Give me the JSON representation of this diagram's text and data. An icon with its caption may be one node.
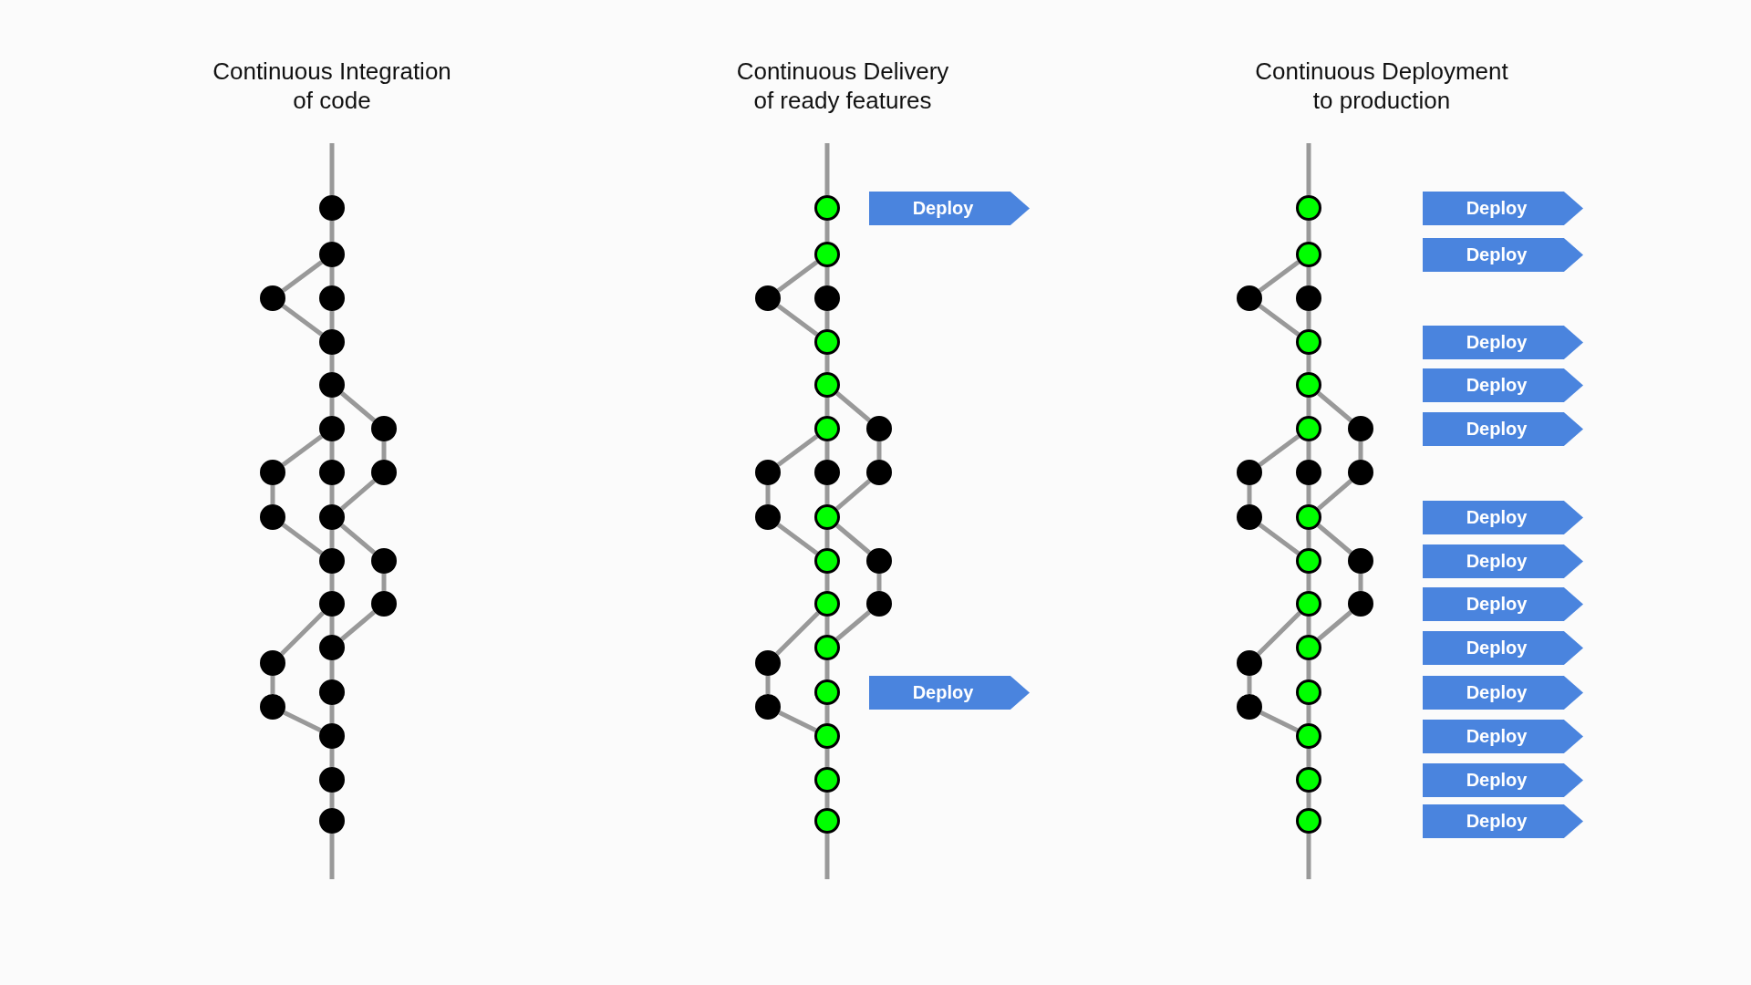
{
  "diagram": {
    "nodes": [
      {
        "text": [],
        "shape": "circle"
      },
      {
        "text": [],
        "shape": "circle"
      },
      {
        "text": [],
        "shape": "circle"
      },
      {
        "text": [],
        "shape": "circle"
      },
      {
        "text": [],
        "shape": "circle"
      },
      {
        "text": [],
        "shape": "circle"
      },
      {
        "text": [],
        "shape": "circle"
      },
      {
        "text": [],
        "shape": "circle"
      },
      {
        "text": [],
        "shape": "circle"
      },
      {
        "text": [],
        "shape": "circle"
      },
      {
        "text": [],
        "shape": "circle"
      },
      {
        "text": [],
        "shape": "circle"
      },
      {
        "text": [],
        "shape": "circle"
      },
      {
        "text": [],
        "shape": "circle"
      },
      {
        "text": [],
        "shape": "circle"
      },
      {
        "text": [],
        "shape": "circle"
      },
      {
        "text": [],
        "shape": "circle"
      },
      {
        "text": [],
        "shape": "circle"
      },
      {
        "text": [],
        "shape": "circle"
      },
      {
        "text": [],
        "shape": "circle"
      },
      {
        "text": [],
        "shape": "circle"
      },
      {
        "text": [],
        "shape": "circle"
      },
      {
        "text": [],
        "shape": "circle"
      },
      {
        "text": [],
        "shape": "circle"
      },
      {
        "text": [],
        "shape": "circle"
      },
      {
        "text": [],
        "shape": "circle"
      },
      {
        "text": [],
        "shape": "circle"
      },
      {
        "text": [],
        "shape": "circle"
      },
      {
        "text": [],
        "shape": "circle"
      },
      {
        "text": [],
        "shape": "circle"
      },
      {
        "text": [],
        "shape": "circle"
      },
      {
        "text": [],
        "shape": "circle"
      },
      {
        "text": [],
        "shape": "circle"
      },
      {
        "text": [],
        "shape": "circle"
      },
      {
        "text": [],
        "shape": "circle"
      },
      {
        "text": [],
        "shape": "circle"
      },
      {
        "text": [],
        "shape": "circle"
      },
      {
        "text": [],
        "shape": "circle"
      },
      {
        "text": [],
        "shape": "circle"
      },
      {
        "text": [],
        "shape": "circle"
      },
      {
        "text": [],
        "shape": "circle"
      },
      {
        "text": [],
        "shape": "circle"
      },
      {
        "text": [],
        "shape": "circle"
      },
      {
        "text": [],
        "shape": "circle"
      },
      {
        "text": [],
        "shape": "circle"
      },
      {
        "text": [],
        "shape": "circle"
      },
      {
        "text": [],
        "shape": "circle"
      },
      {
        "text": [],
        "shape": "circle"
      },
      {
        "text": [
          "Deploy"
        ]
      },
      {
        "text": [
          "Deploy"
        ]
      },
      {
        "text": [],
        "shape": "circle"
      },
      {
        "text": [],
        "shape": "circle"
      },
      {
        "text": [],
        "shape": "circle"
      },
      {
        "text": [],
        "shape": "circle"
      },
      {
        "text": [],
        "shape": "circle"
      },
      {
        "text": [],
        "shape": "circle"
      },
      {
        "text": [],
        "shape": "circle"
      },
      {
        "text": [],
        "shape": "circle"
      },
      {
        "text": [],
        "shape": "circle"
      },
      {
        "text": [],
        "shape": "circle"
      },
      {
        "text": [],
        "shape": "circle"
      },
      {
        "text": [],
        "shape": "circle"
      },
      {
        "text": [],
        "shape": "circle"
      },
      {
        "text": [],
        "shape": "circle"
      },
      {
        "text": [],
        "shape": "circle"
      },
      {
        "text": [],
        "shape": "circle"
      },
      {
        "text": [],
        "shape": "circle"
      },
      {
        "text": [],
        "shape": "circle"
      },
      {
        "text": [],
        "shape": "circle"
      },
      {
        "text": [],
        "shape": "circle"
      },
      {
        "text": [],
        "shape": "circle"
      },
      {
        "text": [],
        "shape": "circle"
      },
      {
        "text": [],
        "shape": "circle"
      },
      {
        "text": [],
        "shape": "circle"
      },
      {
        "text": [
          "Deploy"
        ]
      },
      {
        "text": [
          "Deploy"
        ]
      },
      {
        "text": [
          "Deploy"
        ]
      },
      {
        "text": [
          "Deploy"
        ]
      },
      {
        "text": [
          "Deploy"
        ]
      },
      {
        "text": [
          "Deploy"
        ]
      },
      {
        "text": [
          "Deploy"
        ]
      },
      {
        "text": [
          "Deploy"
        ]
      },
      {
        "text": [
          "Deploy"
        ]
      },
      {
        "text": [
          "Deploy"
        ]
      },
      {
        "text": [
          "Deploy"
        ]
      },
      {
        "text": [
          "Deploy"
        ]
      },
      {
        "text": [
          "Deploy"
        ]
      }
    ],
    "edges": [
      {
        "from": null,
        "to": 0,
        "arrow": "none"
      },
      {
        "from": 0,
        "to": 1,
        "arrow": "none"
      },
      {
        "from": 1,
        "to": 2,
        "arrow": "none"
      },
      {
        "from": 2,
        "to": 3,
        "arrow": "none"
      },
      {
        "from": 3,
        "to": 4,
        "arrow": "none"
      },
      {
        "from": 4,
        "to": 5,
        "arrow": "none"
      },
      {
        "from": 5,
        "to": 6,
        "arrow": "none"
      },
      {
        "from": 6,
        "to": 7,
        "arrow": "none"
      },
      {
        "from": 7,
        "to": 8,
        "arrow": "none"
      },
      {
        "from": 8,
        "to": 9,
        "arrow": "none"
      },
      {
        "from": 9,
        "to": 10,
        "arrow": "none"
      },
      {
        "from": 10,
        "to": 11,
        "arrow": "none"
      },
      {
        "from": 11,
        "to": 12,
        "arrow": "none"
      },
      {
        "from": 12,
        "to": 13,
        "arrow": "none"
      },
      {
        "from": 13,
        "to": 14,
        "arrow": "none"
      },
      {
        "from": 14,
        "to": null,
        "arrow": "none"
      },
      {
        "from": 1,
        "to": 15,
        "arrow": "none"
      },
      {
        "from": 15,
        "to": 3,
        "arrow": "none"
      },
      {
        "from": 4,
        "to": 20,
        "arrow": "none"
      },
      {
        "from": 20,
        "to": 21,
        "arrow": "none"
      },
      {
        "from": 21,
        "to": 7,
        "arrow": "none"
      },
      {
        "from": 5,
        "to": 16,
        "arrow": "none"
      },
      {
        "from": 16,
        "to": 17,
        "arrow": "none"
      },
      {
        "from": 17,
        "to": 8,
        "arrow": "none"
      },
      {
        "from": 7,
        "to": 22,
        "arrow": "none"
      },
      {
        "from": 22,
        "to": 23,
        "arrow": "none"
      },
      {
        "from": 23,
        "to": 10,
        "arrow": "none"
      },
      {
        "from": 9,
        "to": 18,
        "arrow": "none"
      },
      {
        "from": 18,
        "to": 19,
        "arrow": "none"
      },
      {
        "from": 19,
        "to": 12,
        "arrow": "none"
      },
      {
        "from": null,
        "to": 24,
        "arrow": "none"
      },
      {
        "from": 24,
        "to": 25,
        "arrow": "none"
      },
      {
        "from": 25,
        "to": 26,
        "arrow": "none"
      },
      {
        "from": 26,
        "to": 27,
        "arrow": "none"
      },
      {
        "from": 27,
        "to": 28,
        "arrow": "none"
      },
      {
        "from": 28,
        "to": 29,
        "arrow": "none"
      },
      {
        "from": 29,
        "to": 30,
        "arrow": "none"
      },
      {
        "from": 30,
        "to": 31,
        "arrow": "none"
      },
      {
        "from": 31,
        "to": 32,
        "arrow": "none"
      },
      {
        "from": 32,
        "to": 33,
        "arrow": "none"
      },
      {
        "from": 33,
        "to": 34,
        "arrow": "none"
      },
      {
        "from": 34,
        "to": 35,
        "arrow": "none"
      },
      {
        "from": 35,
        "to": 36,
        "arrow": "none"
      },
      {
        "from": 36,
        "to": 37,
        "arrow": "none"
      },
      {
        "from": 37,
        "to": 38,
        "arrow": "none"
      },
      {
        "from": 38,
        "to": null,
        "arrow": "none"
      },
      {
        "from": 25,
        "to": 39,
        "arrow": "none"
      },
      {
        "from": 39,
        "to": 27,
        "arrow": "none"
      },
      {
        "from": 28,
        "to": 44,
        "arrow": "none"
      },
      {
        "from": 44,
        "to": 45,
        "arrow": "none"
      },
      {
        "from": 45,
        "to": 31,
        "arrow": "none"
      },
      {
        "from": 29,
        "to": 40,
        "arrow": "none"
      },
      {
        "from": 40,
        "to": 41,
        "arrow": "none"
      },
      {
        "from": 41,
        "to": 32,
        "arrow": "none"
      },
      {
        "from": 31,
        "to": 46,
        "arrow": "none"
      },
      {
        "from": 46,
        "to": 47,
        "arrow": "none"
      },
      {
        "from": 47,
        "to": 34,
        "arrow": "none"
      },
      {
        "from": 33,
        "to": 42,
        "arrow": "none"
      },
      {
        "from": 42,
        "to": 43,
        "arrow": "none"
      },
      {
        "from": 43,
        "to": 36,
        "arrow": "none"
      },
      {
        "from": null,
        "to": 50,
        "arrow": "none"
      },
      {
        "from": 50,
        "to": 51,
        "arrow": "none"
      },
      {
        "from": 51,
        "to": 52,
        "arrow": "none"
      },
      {
        "from": 52,
        "to": 53,
        "arrow": "none"
      },
      {
        "from": 53,
        "to": 54,
        "arrow": "none"
      },
      {
        "from": 54,
        "to": 55,
        "arrow": "none"
      },
      {
        "from": 55,
        "to": 56,
        "arrow": "none"
      },
      {
        "from": 56,
        "to": 57,
        "arrow": "none"
      },
      {
        "from": 57,
        "to": 58,
        "arrow": "none"
      },
      {
        "from": 58,
        "to": 59,
        "arrow": "none"
      },
      {
        "from": 59,
        "to": 60,
        "arrow": "none"
      },
      {
        "from": 60,
        "to": 61,
        "arrow": "none"
      },
      {
        "from": 61,
        "to": 62,
        "arrow": "none"
      },
      {
        "from": 62,
        "to": 63,
        "arrow": "none"
      },
      {
        "from": 63,
        "to": 64,
        "arrow": "none"
      },
      {
        "from": 64,
        "to": null,
        "arrow": "none"
      },
      {
        "from": 51,
        "to": 65,
        "arrow": "none"
      },
      {
        "from": 65,
        "to": 53,
        "arrow": "none"
      },
      {
        "from": 54,
        "to": 70,
        "arrow": "none"
      },
      {
        "from": 70,
        "to": 71,
        "arrow": "none"
      },
      {
        "from": 71,
        "to": 57,
        "arrow": "none"
      },
      {
        "from": 55,
        "to": 66,
        "arrow": "none"
      },
      {
        "from": 66,
        "to": 67,
        "arrow": "none"
      },
      {
        "from": 67,
        "to": 58,
        "arrow": "none"
      },
      {
        "from": 57,
        "to": 72,
        "arrow": "none"
      },
      {
        "from": 72,
        "to": 73,
        "arrow": "none"
      },
      {
        "from": 73,
        "to": 60,
        "arrow": "none"
      },
      {
        "from": 59,
        "to": 68,
        "arrow": "none"
      },
      {
        "from": 68,
        "to": 69,
        "arrow": "none"
      },
      {
        "from": 69,
        "to": 62,
        "arrow": "none"
      }
    ],
    "labels": [
      "Continuous Integration of code",
      "Continuous Delivery of ready features",
      "Continuous Deployment to production"
    ]
  }
}
